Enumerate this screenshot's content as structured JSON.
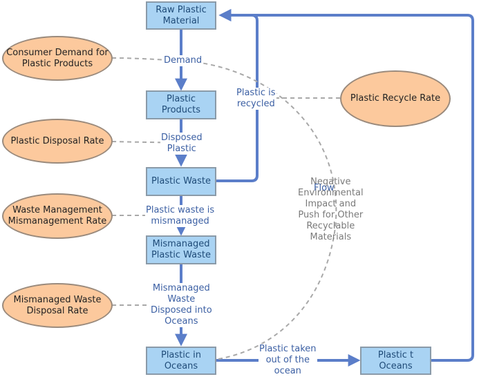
{
  "stocks": {
    "raw_plastic": "Raw Plastic\nMaterial",
    "plastic_products": "Plastic\nProducts",
    "plastic_waste": "Plastic Waste",
    "mismanaged_waste": "Mismanaged\nPlastic Waste",
    "plastic_in_oceans": "Plastic in\nOceans",
    "plastic_t_oceans": "Plastic t\nOceans"
  },
  "rates": {
    "consumer_demand": "Consumer Demand for\nPlastic Products",
    "disposal_rate": "Plastic Disposal Rate",
    "waste_mismanagement": "Waste Management\nMismanagement Rate",
    "mismanaged_disposal": "Mismanaged Waste\nDisposal Rate",
    "recycle_rate": "Plastic Recycle Rate"
  },
  "flows": {
    "demand": "Demand",
    "disposed_plastic": "Disposed\nPlastic",
    "plastic_recycled": "Plastic is\nrecycled",
    "waste_mismanaged": "Plastic waste is\nmismanaged",
    "disposed_into_oceans": "Mismanaged\nWaste\nDisposed into\nOceans",
    "taken_out_of_ocean": "Plastic taken\nout of the\nocean",
    "negative_impact": "Negative\nEnvironmental\nImpact and\nPush for Other\nRecyclable\nMaterials",
    "flow": "Flow"
  },
  "colors": {
    "stock_fill": "#a9d3f3",
    "rate_fill": "#fcc99d",
    "flow_line": "#5b7ec9",
    "link_line": "#a8a8a8"
  }
}
